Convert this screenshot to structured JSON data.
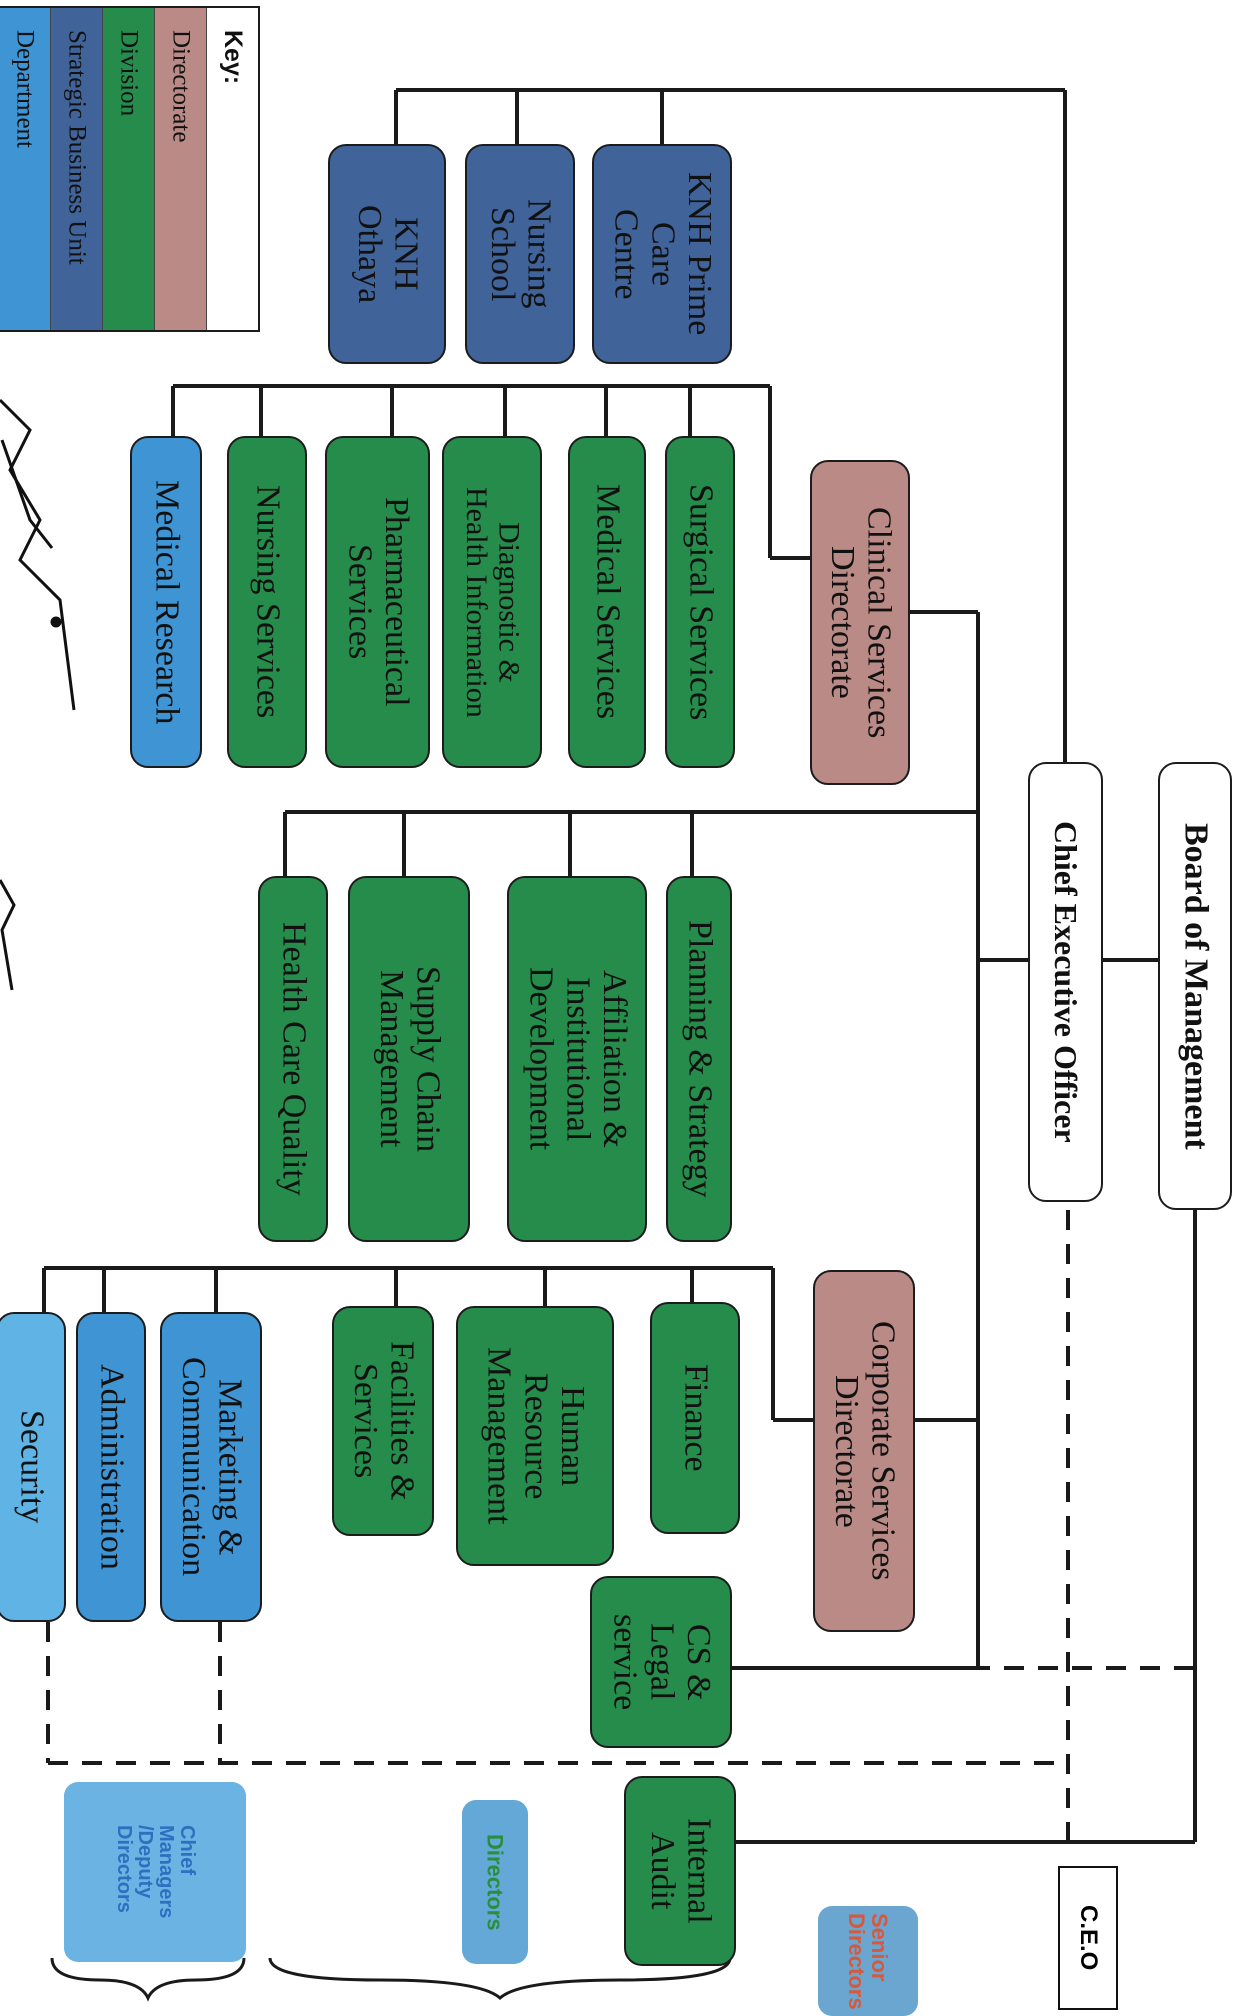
{
  "colors": {
    "directorate": "#b98a86",
    "division": "#258c4b",
    "strategic_business_unit": "#40639a",
    "department": "#3f94d3"
  },
  "key": {
    "title": "Key:",
    "items": [
      "Directorate",
      "Division",
      "Strategic Business Unit",
      "Department"
    ]
  },
  "top": {
    "board": "Board of Management",
    "ceo": "Chief Executive Officer"
  },
  "sbus": [
    "KNH Prime\nCare\nCentre",
    "Nursing\nSchool",
    "KNH\nOthaya"
  ],
  "clinical": {
    "directorate": "Clinical Services\nDirectorate",
    "units": [
      "Surgical Services",
      "Medical Services",
      "Diagnostic &\nHealth Information",
      "Pharmaceutical\nServices",
      "Nursing Services",
      "Medical Research"
    ]
  },
  "ceo_divisions": [
    "Planning & Strategy",
    "Affiliation &\nInstitutional\nDevelopment",
    "Supply Chain\nManagement",
    "Health Care Quality"
  ],
  "corporate": {
    "directorate": "Corporate Services\nDirectorate",
    "divisions": [
      "Finance",
      "Human\nResource\nManagement",
      "Facilities &\nServices"
    ],
    "departments": [
      "Marketing &\nCommunication",
      "Administration",
      "Security"
    ]
  },
  "legal": "CS &\nLegal\nservice",
  "audit": "Internal\nAudit",
  "levels": {
    "ceo": "C.E.O",
    "senior_directors": "Senior\nDirectors",
    "directors": "Directors",
    "chief_managers": "Chief\nManagers\n/Deputy\nDirectors"
  }
}
